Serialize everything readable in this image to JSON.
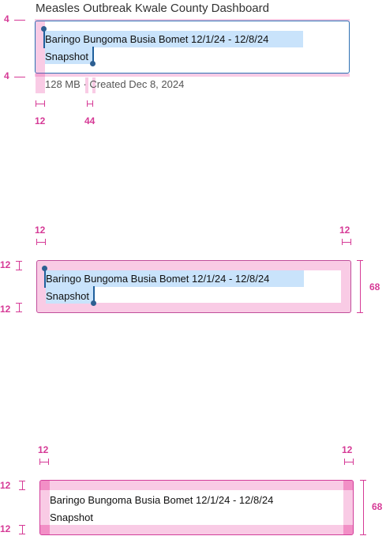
{
  "header": {
    "title": "Measles Outbreak Kwale County Dashboard",
    "meta": "128 MB · Created Dec 8, 2024"
  },
  "text_block": {
    "line1": "Baringo Bungoma Busia Bomet 12/1/24 - 12/8/24",
    "line2": "Snapshot"
  },
  "spec_1": {
    "top": "4",
    "bottom": "4",
    "left": "12",
    "gap": "44"
  },
  "spec_2": {
    "left": "12",
    "right": "12",
    "top": "12",
    "bottom": "12",
    "height": "68"
  },
  "spec_3": {
    "left": "12",
    "right": "12",
    "top": "12",
    "bottom": "12",
    "height": "68"
  },
  "colors": {
    "selection": "#c9e3fb",
    "annotation": "#d63a96",
    "focus_border": "#2c6fb3"
  }
}
